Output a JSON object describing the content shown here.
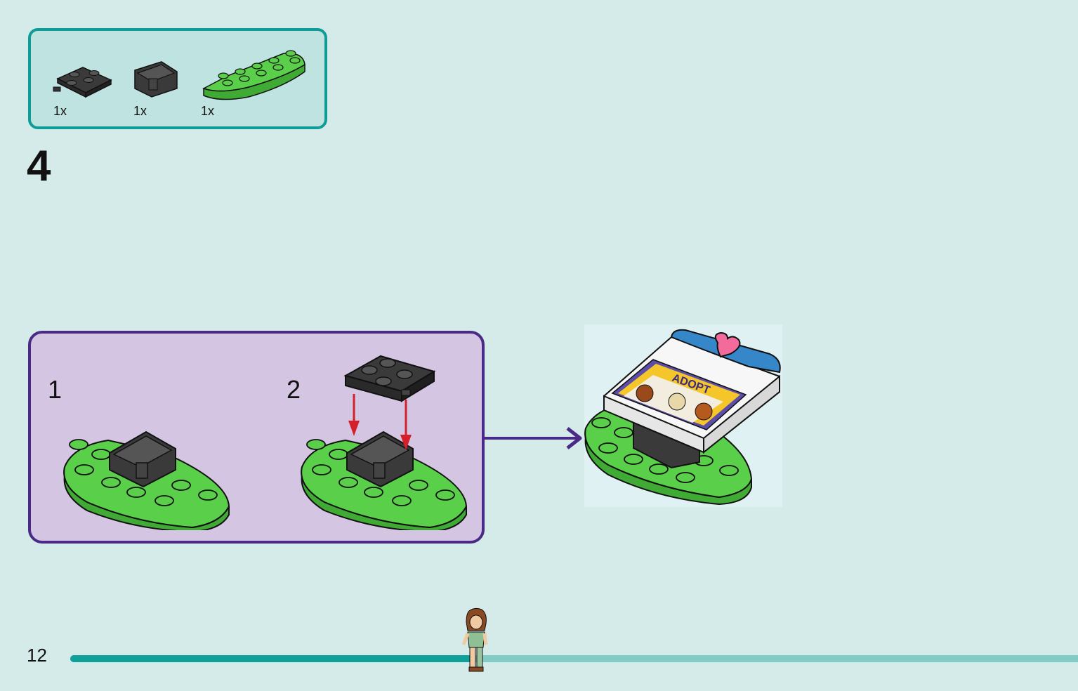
{
  "parts_list": {
    "items": [
      {
        "name": "black-plate-2x2-with-pin",
        "quantity": "1x"
      },
      {
        "name": "black-hinge-brick",
        "quantity": "1x"
      },
      {
        "name": "green-curved-plate",
        "quantity": "1x"
      }
    ]
  },
  "step": {
    "number": "4"
  },
  "substeps": [
    {
      "number": "1"
    },
    {
      "number": "2"
    }
  ],
  "result": {
    "sign_text": "ADOPT"
  },
  "footer": {
    "page_number": "12",
    "progress_fraction": 0.4
  },
  "colors": {
    "background": "#d5ebe9",
    "parts_border": "#0f9c98",
    "substep_border": "#4a2a86",
    "substep_fill": "#d4c5e3",
    "brick_green": "#5ad04a",
    "brick_black": "#3a3a3a",
    "arrow_red": "#d4202a",
    "progress": "#10a09a"
  }
}
